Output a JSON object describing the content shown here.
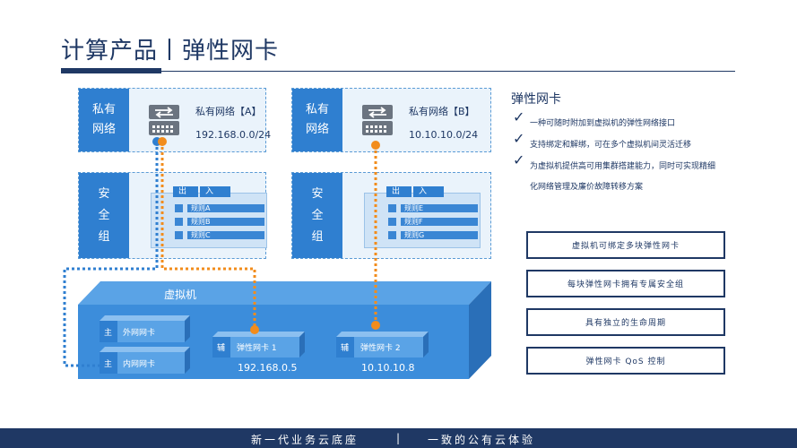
{
  "page": {
    "title": "计算产品丨弹性网卡"
  },
  "networks": [
    {
      "side_label": "私有网络",
      "name": "私有网络【A】",
      "cidr": "192.168.0.0/24"
    },
    {
      "side_label": "私有网络",
      "name": "私有网络【B】",
      "cidr": "10.10.10.0/24"
    }
  ],
  "security_groups": [
    {
      "side_label": "安全组",
      "tab_out": "出",
      "tab_in": "入",
      "rules": [
        "规则A",
        "规则B",
        "规则C"
      ]
    },
    {
      "side_label": "安全组",
      "tab_out": "出",
      "tab_in": "入",
      "rules": [
        "规则E",
        "规则F",
        "规则G"
      ]
    }
  ],
  "vm": {
    "label": "虚拟机",
    "primary_tag": "主",
    "secondary_tag": "辅",
    "nics": [
      {
        "tag": "主",
        "name": "外网网卡"
      },
      {
        "tag": "主",
        "name": "内网网卡"
      },
      {
        "tag": "辅",
        "name": "弹性网卡 1",
        "ip": "192.168.0.5"
      },
      {
        "tag": "辅",
        "name": "弹性网卡 2",
        "ip": "10.10.10.8"
      }
    ]
  },
  "features": {
    "title": "弹性网卡",
    "items": [
      "一种可随时附加到虚拟机的弹性网络接口",
      "支持绑定和解绑，可在多个虚拟机间灵活迁移",
      "为虚拟机提供高可用集群搭建能力，同时可实现精细",
      "化网络管理及廉价故障转移方案"
    ],
    "boxes": [
      "虚拟机可绑定多块弹性网卡",
      "每块弹性网卡拥有专属安全组",
      "具有独立的生命周期",
      "弹性网卡 QoS 控制"
    ]
  },
  "footer": {
    "left": "新一代业务云底座",
    "sep": "|",
    "right": "一致的公有云体验"
  },
  "colors": {
    "navy": "#1f3864",
    "blue": "#2f7fd0",
    "orange": "#f28c1c",
    "light": "#eaf3fb"
  }
}
